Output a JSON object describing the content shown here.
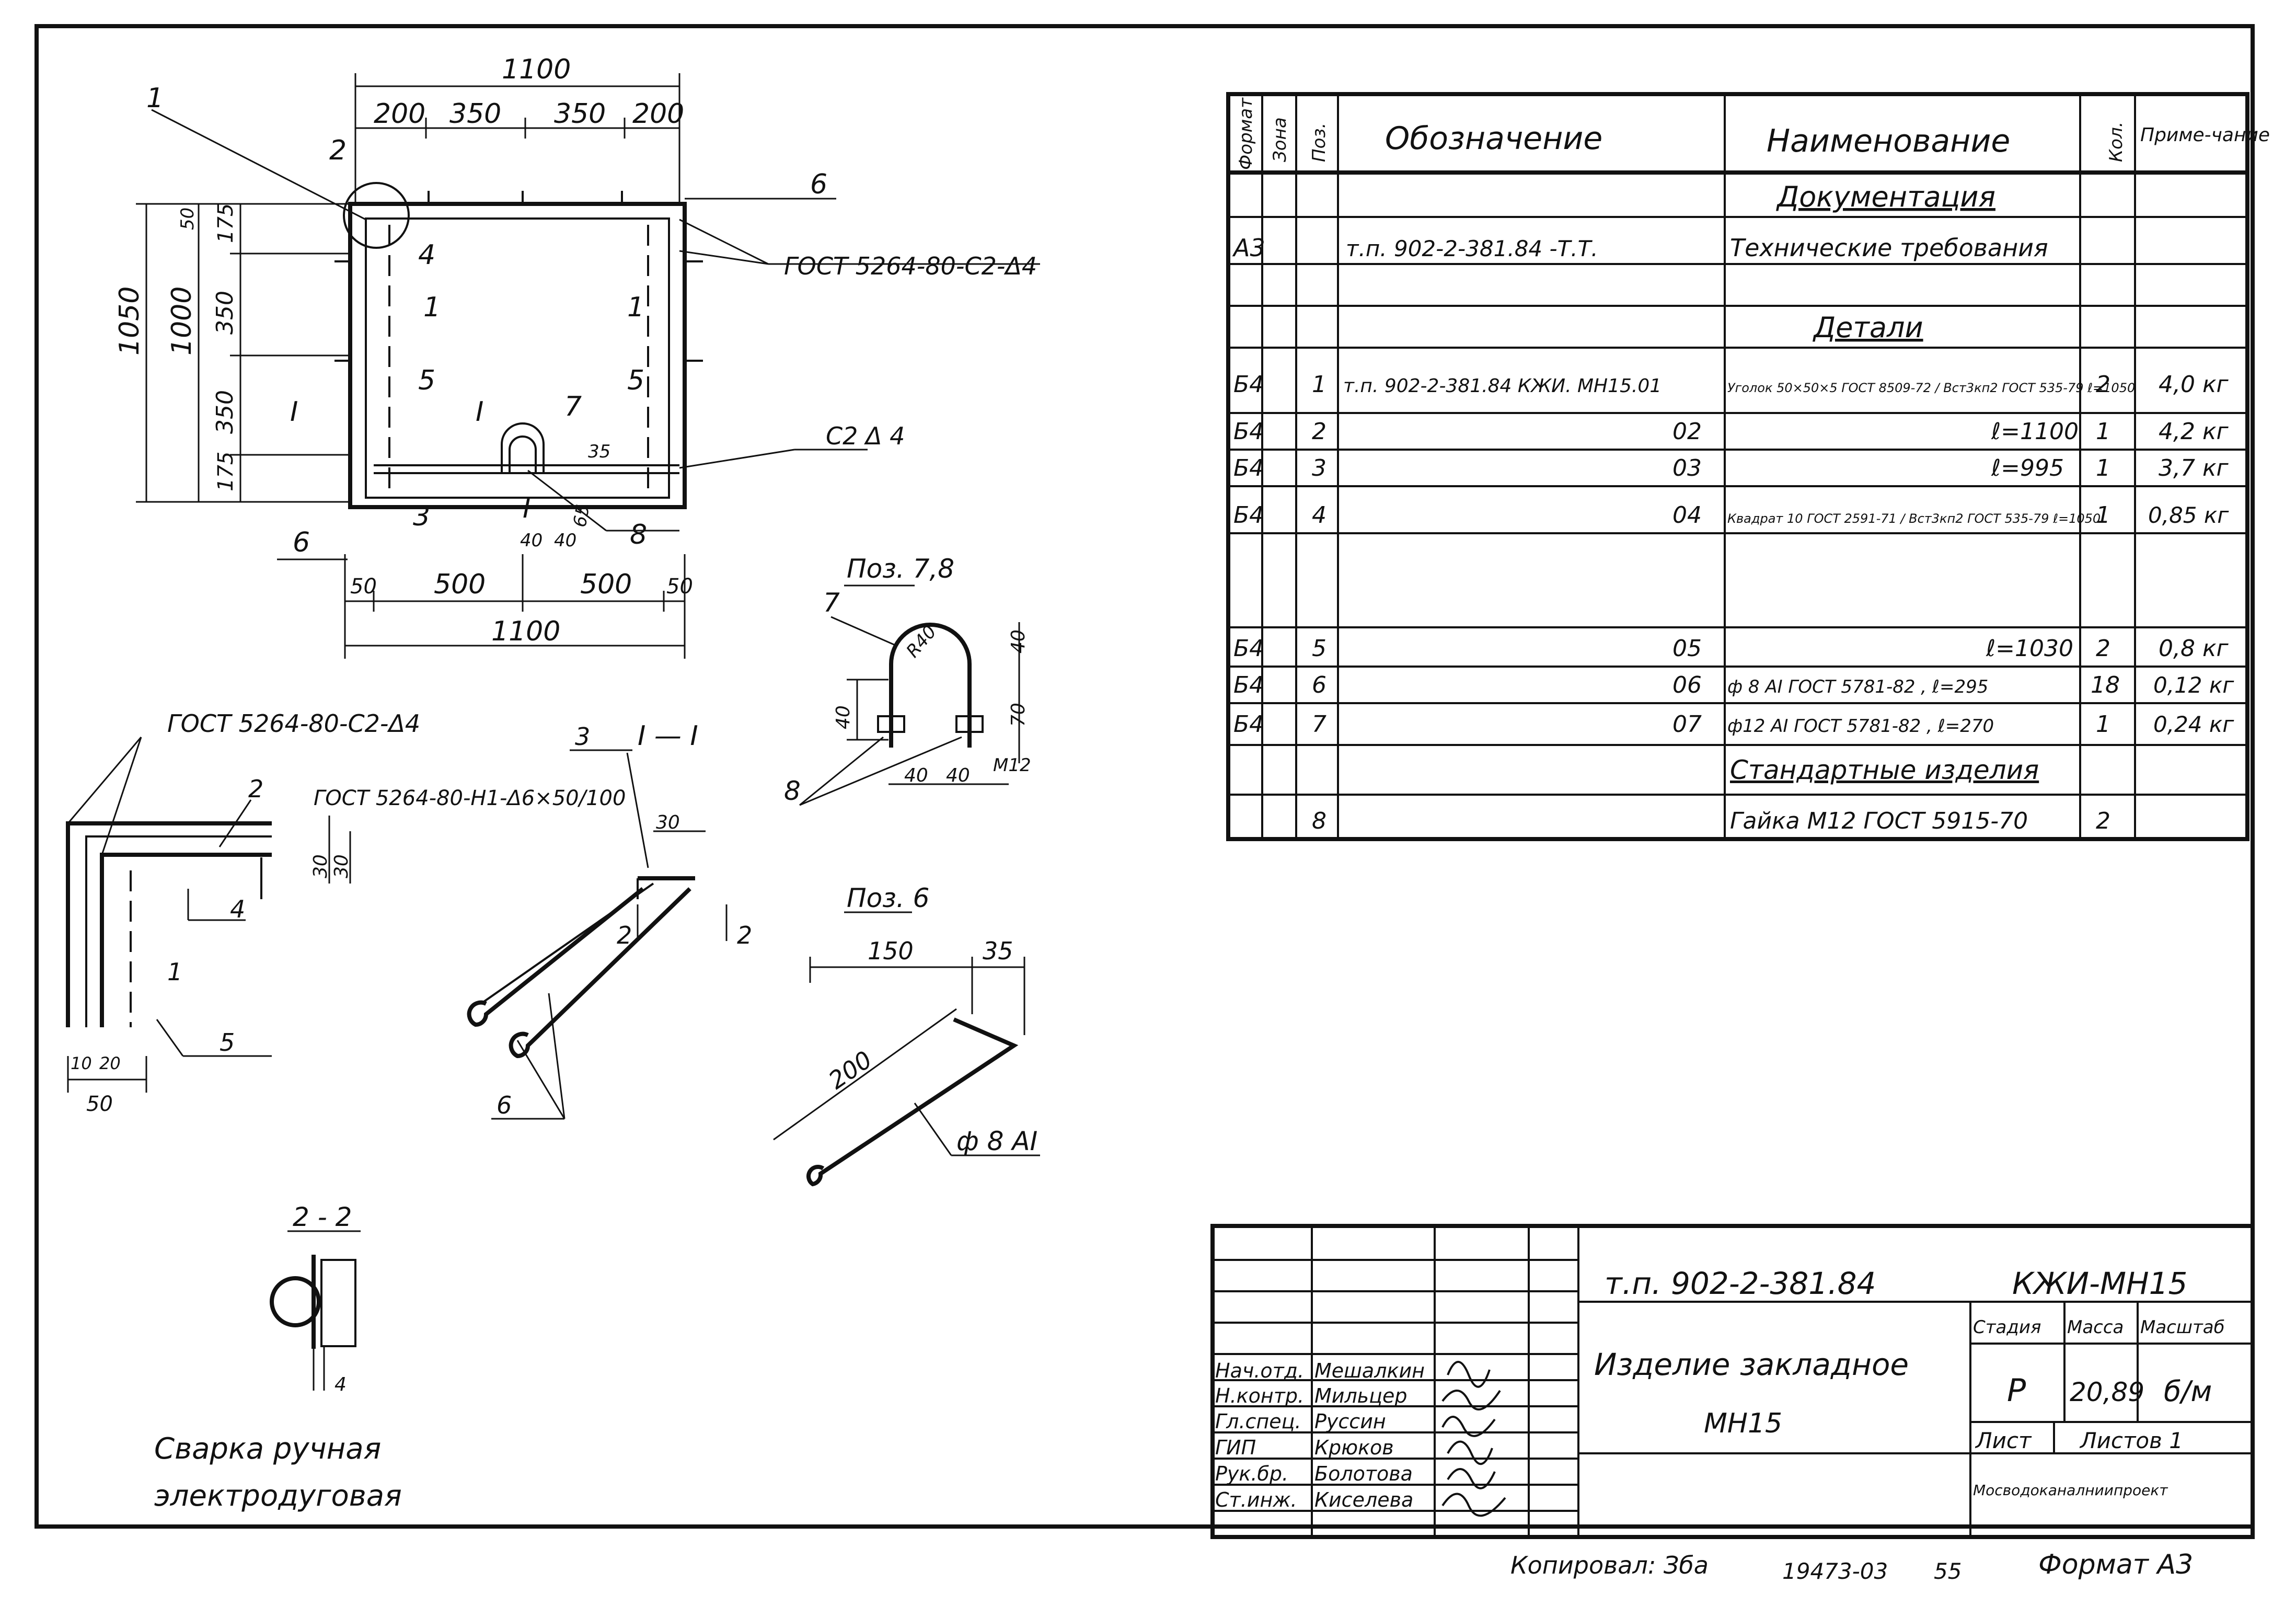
{
  "main_view": {
    "dims_top_total": "1100",
    "dims_top": [
      "200",
      "350",
      "350",
      "200"
    ],
    "dims_bottom": [
      "50",
      "500",
      "500",
      "50"
    ],
    "dims_bottom_total": "1100",
    "dims_left_outer": "1050",
    "dims_left_inner": "1000",
    "dims_left_parts": [
      "175",
      "350",
      "350",
      "175"
    ],
    "dim_50": "50",
    "dim_35": "35",
    "dim_65": "65",
    "dim_40a": "40",
    "dim_40b": "40",
    "callouts": [
      "1",
      "2",
      "4",
      "6",
      "1",
      "5",
      "1",
      "7",
      "5",
      "3",
      "8",
      "6"
    ],
    "section_marks": [
      "I",
      "I",
      "I"
    ],
    "weld_label_1": "ГОСТ 5264-80-С2-Δ4",
    "weld_label_2": "С2 Δ 4"
  },
  "pos78": {
    "title": "Поз. 7,8",
    "labels": [
      "7",
      "8"
    ],
    "dims": [
      "40",
      "40",
      "70",
      "40",
      "40"
    ],
    "radius": "R40",
    "thread": "M12"
  },
  "section11": {
    "title": "I — I",
    "weld_label_1": "ГОСТ 5264-80-С2-Δ4",
    "weld_label_2": "ГОСТ 5264-80-Н1-Δ6×50/100",
    "labels": [
      "2",
      "4",
      "1",
      "5",
      "3",
      "6"
    ],
    "dims": [
      "30",
      "30",
      "30",
      "10",
      "20",
      "50"
    ],
    "section_mark": "2"
  },
  "pos6": {
    "title": "Поз. 6",
    "dims": [
      "150",
      "35",
      "200"
    ],
    "rebar": "ф 8 АI"
  },
  "section22": {
    "title": "2 - 2",
    "weld_dim": "4",
    "note_line1": "Сварка ручная",
    "note_line2": "электродуговая"
  },
  "spec_table": {
    "headers": [
      "Формат",
      "Зона",
      "Поз.",
      "Обозначение",
      "Наименование",
      "Кол.",
      "Приме-чание"
    ],
    "rows": [
      {
        "format": "",
        "zone": "",
        "pos": "",
        "designation": "",
        "name": "Документация",
        "qty": "",
        "note": "",
        "section": true
      },
      {
        "format": "А3",
        "zone": "",
        "pos": "",
        "designation": "т.п. 902-2-381.84   -Т.Т.",
        "name": "Технические требования",
        "qty": "",
        "note": ""
      },
      {
        "format": "",
        "zone": "",
        "pos": "",
        "designation": "",
        "name": "",
        "qty": "",
        "note": ""
      },
      {
        "format": "",
        "zone": "",
        "pos": "",
        "designation": "",
        "name": "Детали",
        "qty": "",
        "note": "",
        "section": true
      },
      {
        "format": "Б4",
        "zone": "",
        "pos": "1",
        "designation": "т.п. 902-2-381.84   КЖИ. МН15.01",
        "name": "Уголок 50×50×5 ГОСТ 8509-72 / Вст3кп2 ГОСТ 535-79  ℓ=1050",
        "qty": "2",
        "note": "4,0 кг"
      },
      {
        "format": "Б4",
        "zone": "",
        "pos": "2",
        "designation": "02",
        "name": "ℓ=1100",
        "qty": "1",
        "note": "4,2 кг"
      },
      {
        "format": "Б4",
        "zone": "",
        "pos": "3",
        "designation": "03",
        "name": "ℓ=995",
        "qty": "1",
        "note": "3,7 кг"
      },
      {
        "format": "Б4",
        "zone": "",
        "pos": "4",
        "designation": "04",
        "name": "Квадрат 10 ГОСТ 2591-71 / Вст3кп2 ГОСТ 535-79  ℓ=1050",
        "qty": "1",
        "note": "0,85 кг"
      },
      {
        "format": "",
        "zone": "",
        "pos": "",
        "designation": "",
        "name": "",
        "qty": "",
        "note": ""
      },
      {
        "format": "Б4",
        "zone": "",
        "pos": "5",
        "designation": "05",
        "name": "ℓ=1030",
        "qty": "2",
        "note": "0,8 кг"
      },
      {
        "format": "Б4",
        "zone": "",
        "pos": "6",
        "designation": "06",
        "name": "ф 8 АI ГОСТ 5781-82 ,  ℓ=295",
        "qty": "18",
        "note": "0,12 кг"
      },
      {
        "format": "Б4",
        "zone": "",
        "pos": "7",
        "designation": "07",
        "name": "ф12 АI ГОСТ 5781-82 ,  ℓ=270",
        "qty": "1",
        "note": "0,24 кг"
      },
      {
        "format": "",
        "zone": "",
        "pos": "",
        "designation": "",
        "name": "Стандартные изделия",
        "qty": "",
        "note": "",
        "section": true
      },
      {
        "format": "",
        "zone": "",
        "pos": "8",
        "designation": "",
        "name": "Гайка М12 ГОСТ 5915-70",
        "qty": "2",
        "note": ""
      }
    ]
  },
  "title_block": {
    "doc_number": "т.п. 902-2-381.84",
    "code": "КЖИ-МН15",
    "item_name_1": "Изделие закладное",
    "item_name_2": "МН15",
    "stage_header": "Стадия",
    "mass_header": "Масса",
    "scale_header": "Масштаб",
    "stage": "Р",
    "mass": "20,89",
    "scale": "б/м",
    "sheet_label": "Лист",
    "sheets_label": "Листов 1",
    "organization": "Мосводоканалниипроект",
    "signatures": [
      {
        "role": "Нач.отд.",
        "name": "Мешалкин"
      },
      {
        "role": "Н.контр.",
        "name": "Мильцер"
      },
      {
        "role": "Гл.спец.",
        "name": "Руссин"
      },
      {
        "role": "ГИП",
        "name": "Крюков"
      },
      {
        "role": "Рук.бр.",
        "name": "Болотова"
      },
      {
        "role": "Ст.инж.",
        "name": "Киселева"
      }
    ]
  },
  "footer": {
    "copied": "Копировал: Зба",
    "archive": "19473-03",
    "sheet_no": "55",
    "format": "Формат А3"
  }
}
